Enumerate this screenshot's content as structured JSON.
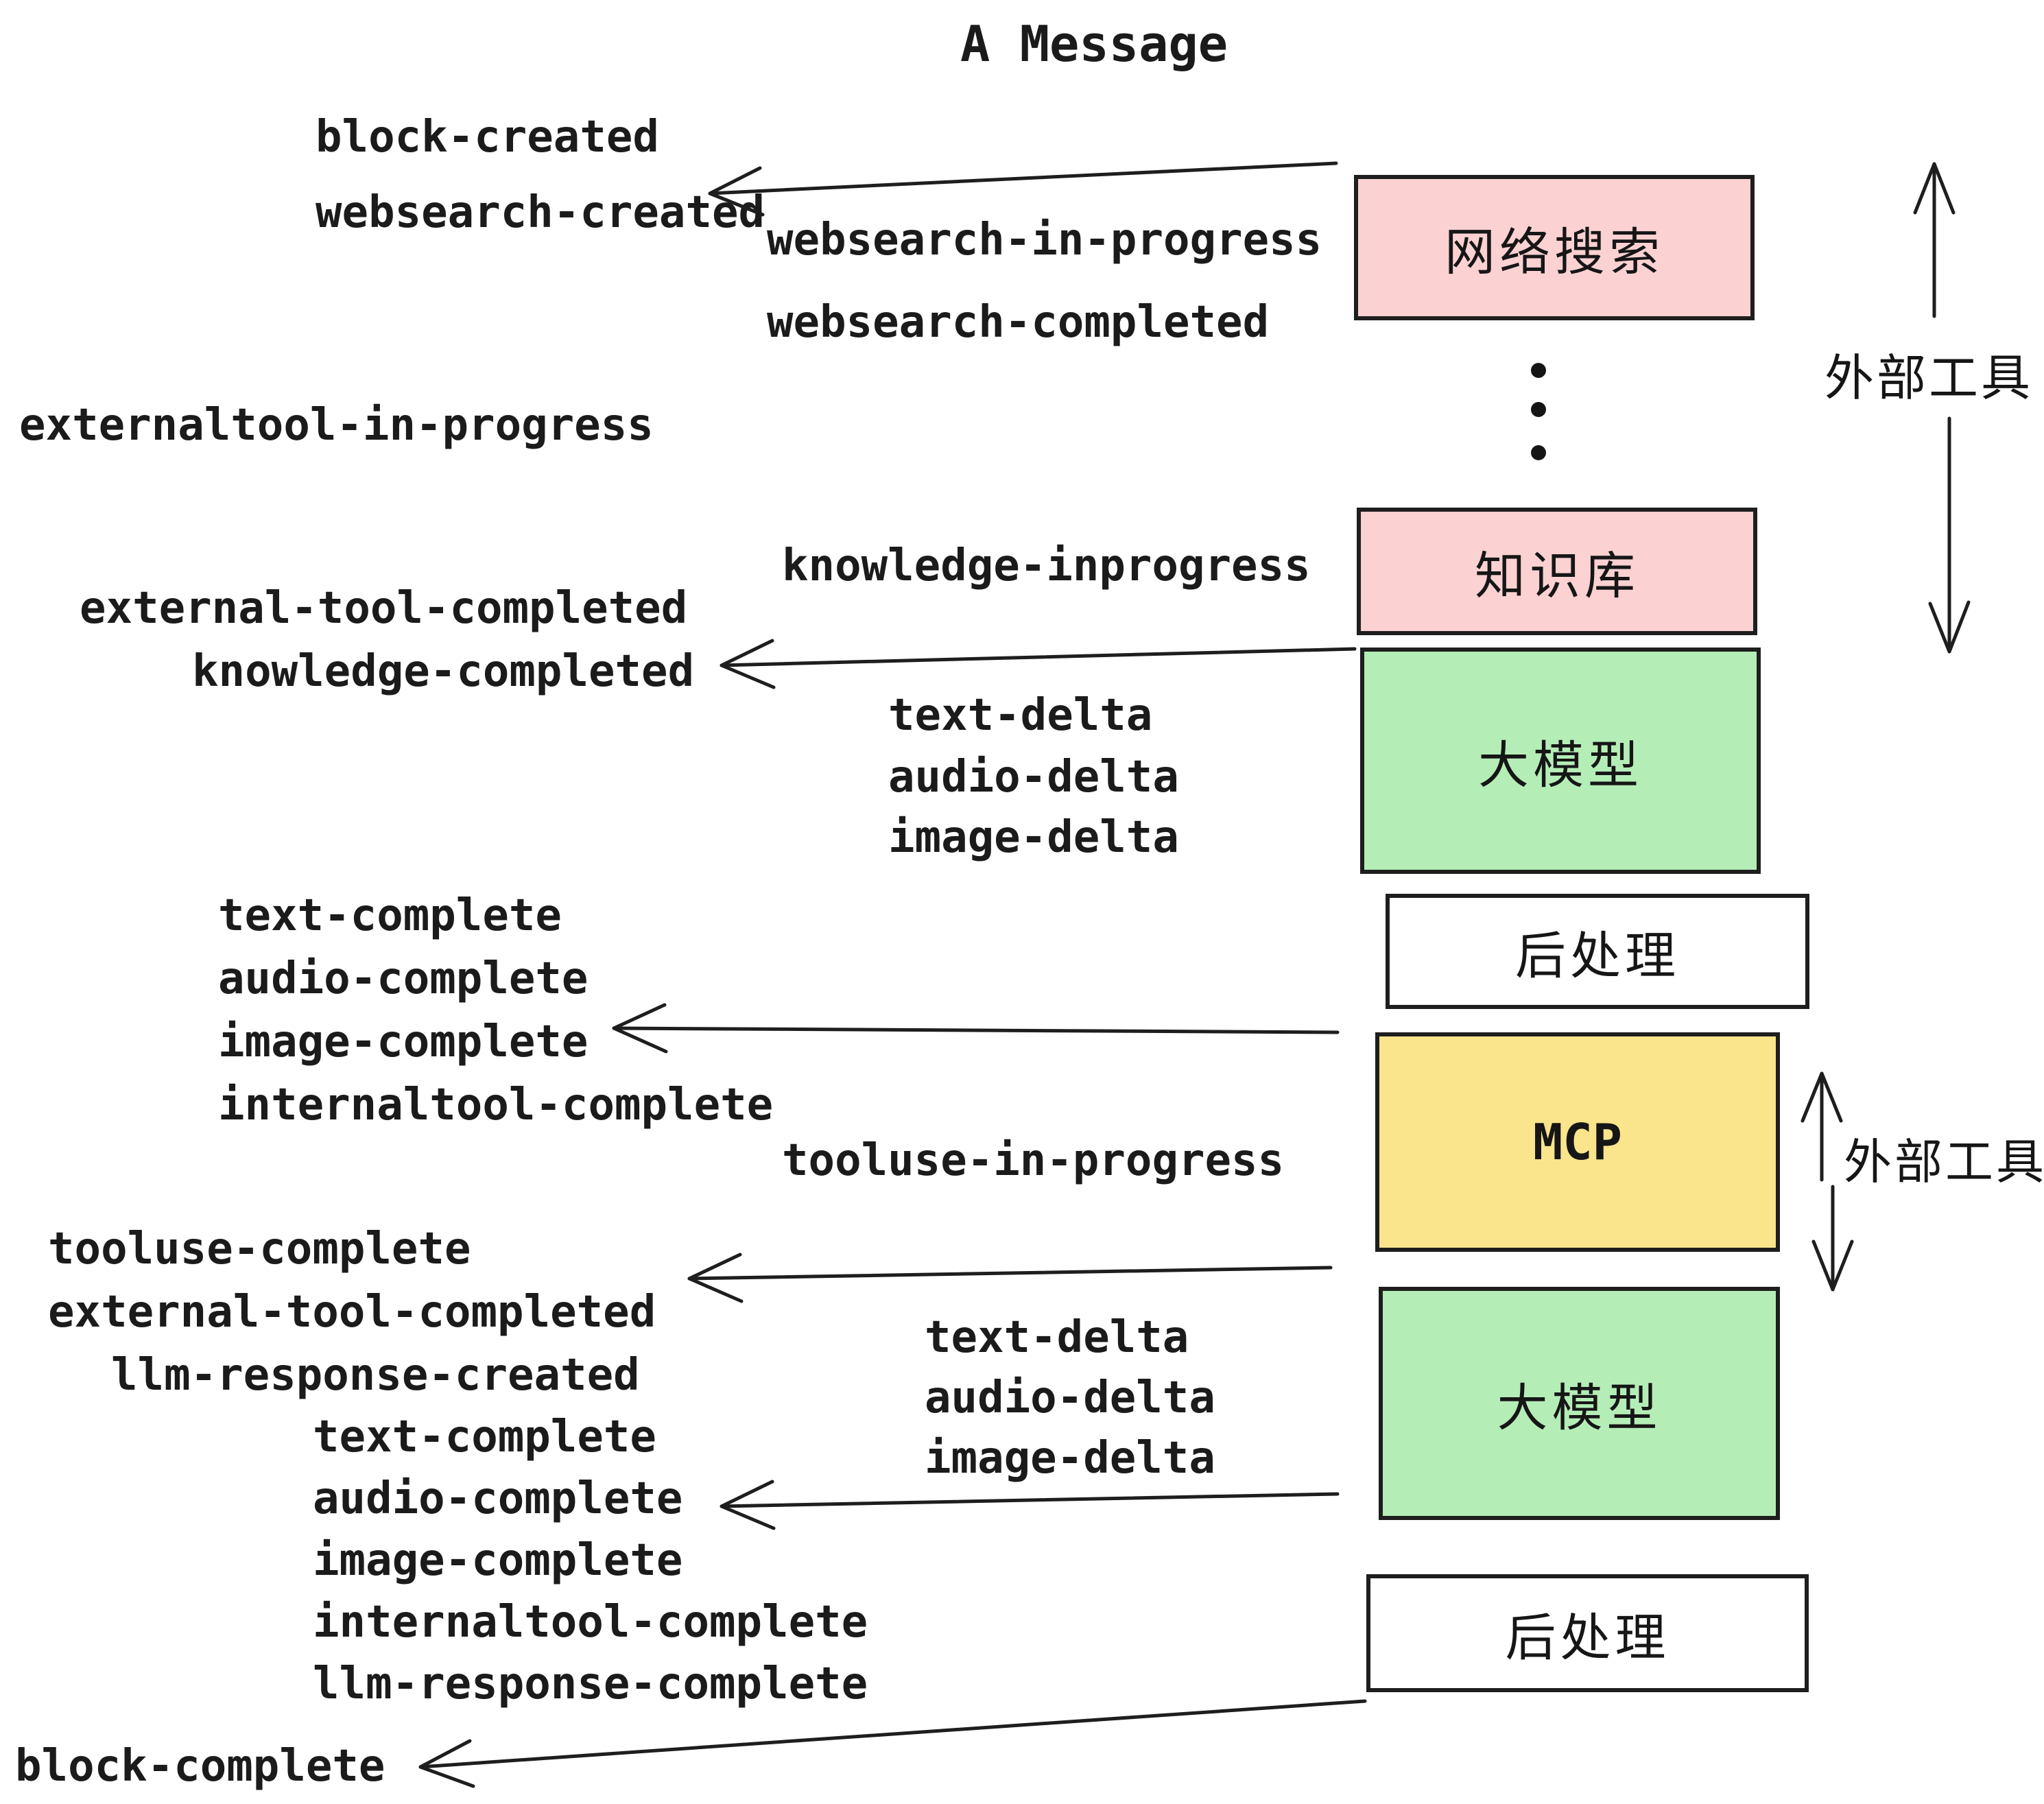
{
  "title": "A Message",
  "boxes": [
    {
      "id": "websearch",
      "label": "网络搜索",
      "color": "#fbd1d1"
    },
    {
      "id": "knowledge-base",
      "label": "知识库",
      "color": "#fbd1d1"
    },
    {
      "id": "llm-1",
      "label": "大模型",
      "color": "#b5edb7"
    },
    {
      "id": "post-process-1",
      "label": "后处理",
      "color": "#ffffff"
    },
    {
      "id": "mcp",
      "label": "MCP",
      "color": "#fae48c"
    },
    {
      "id": "llm-2",
      "label": "大模型",
      "color": "#b5edb7"
    },
    {
      "id": "post-process-2",
      "label": "后处理",
      "color": "#ffffff"
    }
  ],
  "side_labels": {
    "external_tools_top": "外部工具",
    "external_tools_bottom": "外部工具"
  },
  "events": {
    "block_created": "block-created",
    "websearch_created": "websearch-created",
    "websearch_in_progress": "websearch-in-progress",
    "websearch_completed": "websearch-completed",
    "externaltool_in_progress": "externaltool-in-progress",
    "knowledge_inprogress": "knowledge-inprogress",
    "external_tool_completed_1": "external-tool-completed",
    "knowledge_completed": "knowledge-completed",
    "text_delta_1": "text-delta",
    "audio_delta_1": "audio-delta",
    "image_delta_1": "image-delta",
    "text_complete_1": "text-complete",
    "audio_complete_1": "audio-complete",
    "image_complete_1": "image-complete",
    "internaltool_complete_1": "internaltool-complete",
    "tooluse_in_progress": "tooluse-in-progress",
    "tooluse_complete": "tooluse-complete",
    "external_tool_completed_2": "external-tool-completed",
    "llm_response_created": "llm-response-created",
    "text_complete_2": "text-complete",
    "audio_complete_2": "audio-complete",
    "image_complete_2": "image-complete",
    "internaltool_complete_2": "internaltool-complete",
    "llm_response_complete": "llm-response-complete",
    "block_complete": "block-complete"
  },
  "colors": {
    "ink": "#1e1e1e",
    "pink": "#fbd1d1",
    "green": "#b5edb7",
    "yellow": "#fae48c",
    "white": "#ffffff"
  }
}
